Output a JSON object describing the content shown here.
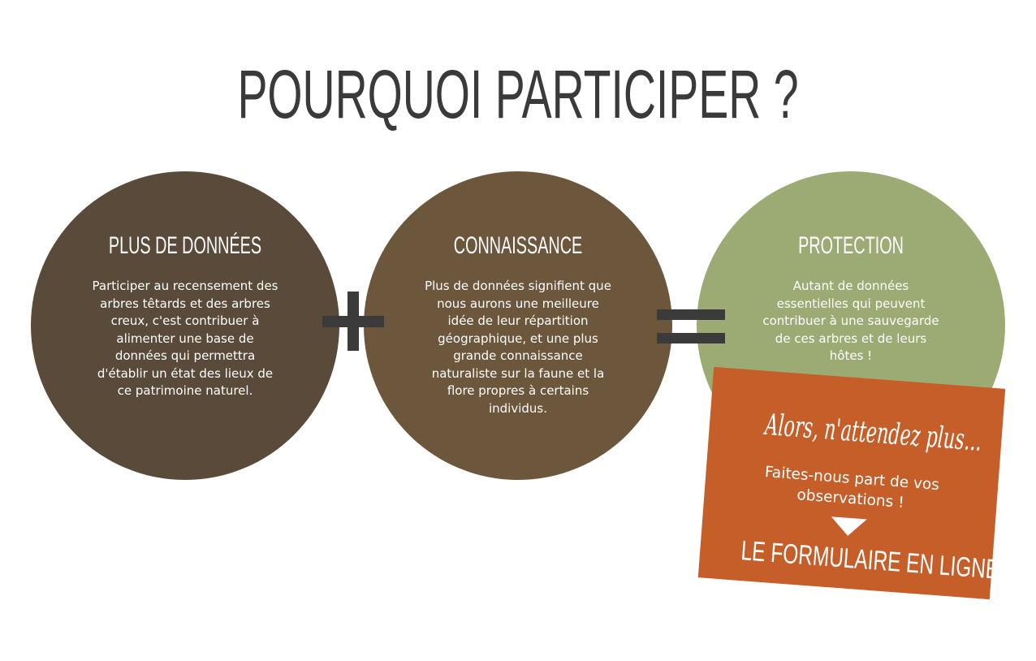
{
  "page": {
    "title": "POURQUOI PARTICIPER ?"
  },
  "circles": [
    {
      "heading": "PLUS DE DONNÉES",
      "text": "Participer au recensement des arbres têtards et des arbres creux, c'est contribuer à alimenter une base de données qui permettra d'établir un état des lieux de ce patrimoine naturel."
    },
    {
      "heading": "CONNAISSANCE",
      "text": "Plus de données signifient que nous aurons une meilleure idée de leur répartition géographique, et une plus grande connaissance naturaliste sur la faune et la flore propres à certains individus."
    },
    {
      "heading": "PROTECTION",
      "text": "Autant de données essentielles qui peuvent contribuer à une sauvegarde de ces arbres et de leurs hôtes !"
    }
  ],
  "cta": {
    "script_text": "Alors, n'attendez plus...",
    "text": "Faites-nous part de vos observations !",
    "link_label": "LE FORMULAIRE EN LIGNE"
  },
  "colors": {
    "title": "#3a3a3a",
    "circle_1": "#5a4a3a",
    "circle_2": "#6c563c",
    "circle_3": "#9cab74",
    "operator": "#3b3b3b",
    "cta_background": "#c65e29",
    "text_light": "#ffffff"
  },
  "icons": {
    "plus": "plus-sign-icon",
    "equals": "equals-sign-icon",
    "arrow": "triangle-down-icon"
  }
}
